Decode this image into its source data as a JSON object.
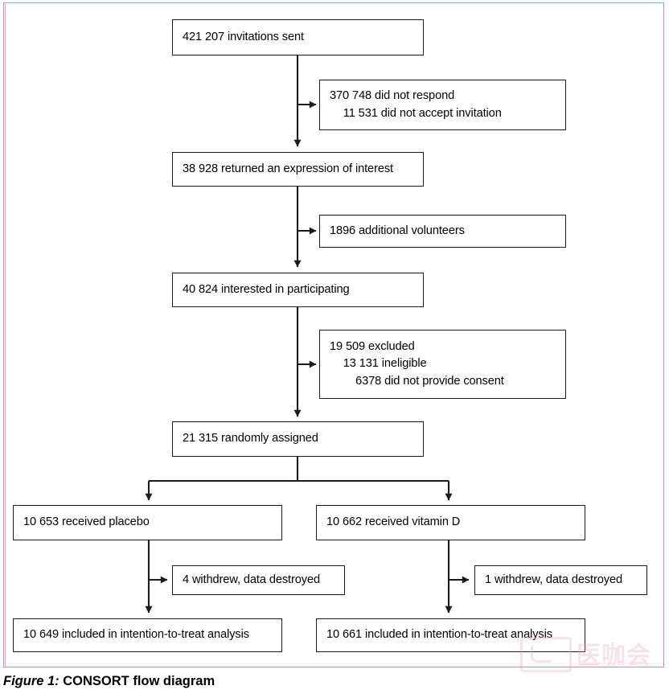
{
  "figure": {
    "caption_label": "Figure 1:",
    "caption_text": "CONSORT flow diagram",
    "frame_color": "#d98a9c",
    "line_color": "#1c1c1c"
  },
  "watermark": {
    "text": "医咖会",
    "color": "#e0a4b2"
  },
  "chart_data": {
    "type": "diagram",
    "title": "CONSORT flow diagram",
    "nodes": [
      {
        "id": "invitations",
        "lines": [
          "421 207 invitations sent"
        ]
      },
      {
        "id": "no-response",
        "lines": [
          "370 748 did not respond",
          "11 531 did not accept invitation"
        ]
      },
      {
        "id": "expression-of-interest",
        "lines": [
          "38 928 returned an expression of interest"
        ]
      },
      {
        "id": "additional-volunteers",
        "lines": [
          "1896 additional volunteers"
        ]
      },
      {
        "id": "interested",
        "lines": [
          "40 824 interested in participating"
        ]
      },
      {
        "id": "excluded",
        "lines": [
          "19 509 excluded",
          "13 131 ineligible",
          "6378 did not provide consent"
        ]
      },
      {
        "id": "randomised",
        "lines": [
          "21 315 randomly assigned"
        ]
      },
      {
        "id": "placebo-arm",
        "lines": [
          "10 653 received placebo"
        ]
      },
      {
        "id": "vitamind-arm",
        "lines": [
          "10 662 received vitamin D"
        ]
      },
      {
        "id": "placebo-withdrew",
        "lines": [
          "4 withdrew, data destroyed"
        ]
      },
      {
        "id": "vitamind-withdrew",
        "lines": [
          "1 withdrew, data destroyed"
        ]
      },
      {
        "id": "placebo-itt",
        "lines": [
          "10 649 included in intention-to-treat analysis"
        ]
      },
      {
        "id": "vitamind-itt",
        "lines": [
          "10 661 included in intention-to-treat analysis"
        ]
      }
    ],
    "edges": [
      {
        "from": "invitations",
        "to": "no-response",
        "kind": "side"
      },
      {
        "from": "invitations",
        "to": "expression-of-interest",
        "kind": "main"
      },
      {
        "from": "expression-of-interest",
        "to": "additional-volunteers",
        "kind": "side"
      },
      {
        "from": "expression-of-interest",
        "to": "interested",
        "kind": "main"
      },
      {
        "from": "interested",
        "to": "excluded",
        "kind": "side"
      },
      {
        "from": "interested",
        "to": "randomised",
        "kind": "main"
      },
      {
        "from": "randomised",
        "to": "placebo-arm",
        "kind": "split"
      },
      {
        "from": "randomised",
        "to": "vitamind-arm",
        "kind": "split"
      },
      {
        "from": "placebo-arm",
        "to": "placebo-withdrew",
        "kind": "side"
      },
      {
        "from": "placebo-arm",
        "to": "placebo-itt",
        "kind": "main"
      },
      {
        "from": "vitamind-arm",
        "to": "vitamind-withdrew",
        "kind": "side"
      },
      {
        "from": "vitamind-arm",
        "to": "vitamind-itt",
        "kind": "main"
      }
    ]
  },
  "boxes": {
    "invitations": {
      "l0": "421 207 invitations sent"
    },
    "no_response": {
      "l0": "370 748 did not respond",
      "l1": "11 531 did not accept invitation"
    },
    "expression_of_interest": {
      "l0": "38 928 returned an expression of interest"
    },
    "additional_volunteers": {
      "l0": "1896 additional volunteers"
    },
    "interested": {
      "l0": "40 824 interested in participating"
    },
    "excluded": {
      "l0": "19 509 excluded",
      "l1": "13 131 ineligible",
      "l2": "6378 did not provide consent"
    },
    "randomised": {
      "l0": "21 315 randomly assigned"
    },
    "placebo_arm": {
      "l0": "10 653 received placebo"
    },
    "vitamind_arm": {
      "l0": "10 662 received vitamin D"
    },
    "placebo_withdrew": {
      "l0": "4 withdrew, data destroyed"
    },
    "vitamind_withdrew": {
      "l0": "1 withdrew, data destroyed"
    },
    "placebo_itt": {
      "l0": "10 649 included in intention-to-treat analysis"
    },
    "vitamind_itt": {
      "l0": "10 661 included in intention-to-treat analysis"
    }
  }
}
